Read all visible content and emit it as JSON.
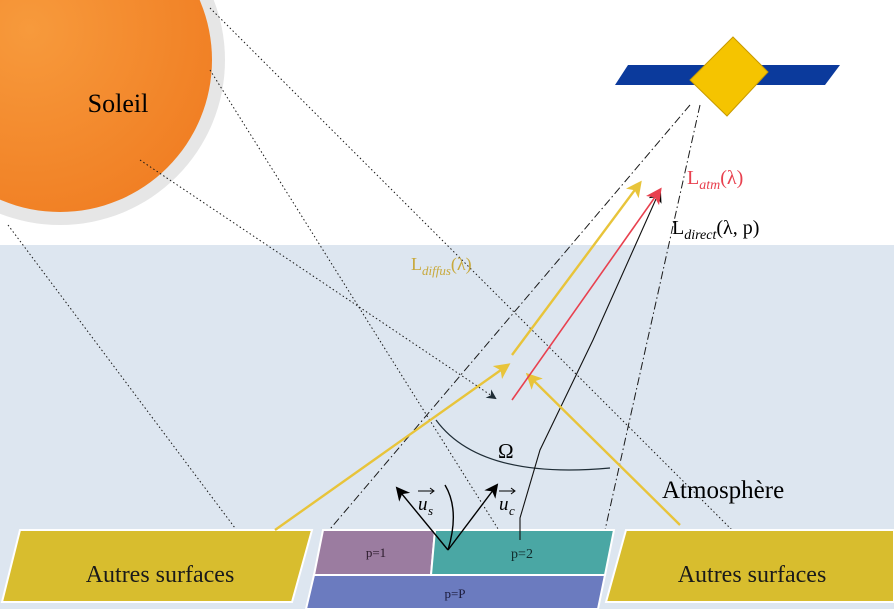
{
  "sun": {
    "label": "Soleil"
  },
  "labels": {
    "l_atm_main": "L",
    "l_atm_sub": "atm",
    "l_atm_arg": "(λ)",
    "l_direct_main": "L",
    "l_direct_sub": "direct",
    "l_direct_arg": "(λ, p)",
    "l_diffus_main": "L",
    "l_diffus_sub": "diffus",
    "l_diffus_arg": "(λ)",
    "omega": "Ω",
    "atmosphere": "Atmosphère",
    "u_s": "u",
    "u_s_sub": "s",
    "u_c": "u",
    "u_c_sub": "c"
  },
  "surfaces": {
    "left": "Autres surfaces",
    "right": "Autres surfaces",
    "p1": "p=1",
    "p2": "p=2",
    "pP": "p=P"
  },
  "colors": {
    "atmosphere": "#dde6f0",
    "sun": "#f58a2a",
    "yellow": "#e8c43a",
    "red": "#e8414f",
    "satellite_body": "#f5c400",
    "satellite_panel": "#0b3a9c",
    "other_surface": "#d8bd2e",
    "pixel1": "#9b7ca0",
    "pixel2": "#4aa7a4",
    "pixelP": "#6b7bbf",
    "diffus_text": "#c8a93c",
    "atm_text": "#e8414f"
  }
}
